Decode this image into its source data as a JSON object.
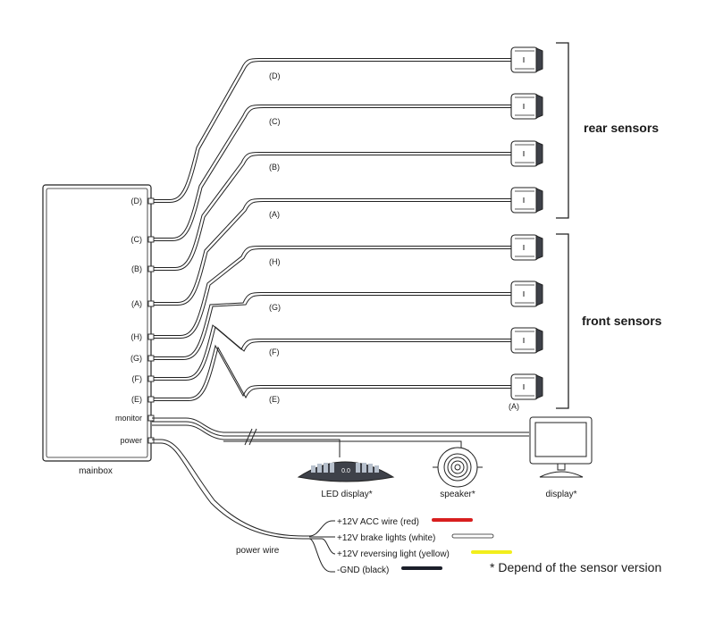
{
  "mainbox": {
    "label": "mainbox",
    "ports": [
      "(D)",
      "(C)",
      "(B)",
      "(A)",
      "(H)",
      "(G)",
      "(F)",
      "(E)",
      "monitor",
      "power"
    ]
  },
  "wires": [
    "(D)",
    "(C)",
    "(B)",
    "(A)",
    "(H)",
    "(G)",
    "(F)",
    "(E)"
  ],
  "groups": {
    "rear": "rear sensors",
    "front": "front sensors"
  },
  "front_tag": "(A)",
  "devices": {
    "led_display": "LED display*",
    "led_readout": "0.0",
    "speaker": "speaker*",
    "display": "display*"
  },
  "power_wire": {
    "label": "power wire",
    "leads": [
      {
        "label": "+12V ACC wire (red)",
        "color": "#d81e1e"
      },
      {
        "label": "+12V brake lights (white)",
        "color": "#ffffff"
      },
      {
        "label": "+12V reversing light (yellow)",
        "color": "#f2ee1c"
      },
      {
        "label": "-GND (black)",
        "color": "#1b1f2a"
      }
    ]
  },
  "footnote": "* Depend of the sensor version"
}
